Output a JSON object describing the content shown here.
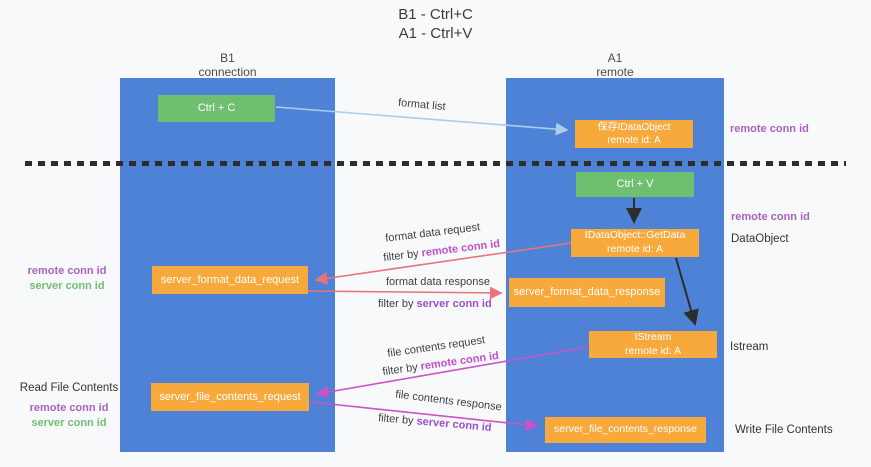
{
  "title": {
    "line1": "B1 - Ctrl+C",
    "line2": "A1 - Ctrl+V"
  },
  "columns": {
    "left": {
      "header_line1": "B1",
      "header_line2": "connection"
    },
    "right": {
      "header_line1": "A1",
      "header_line2": "remote"
    }
  },
  "nodes": {
    "ctrl_c": "Ctrl + C",
    "save_idataobject": {
      "line1": "保存IDataObject",
      "line2": "remote id: A"
    },
    "ctrl_v": "Ctrl + V",
    "getdata": {
      "line1": "IDataObject::GetData",
      "line2": "remote id: A"
    },
    "format_request": "server_format_data_request",
    "format_response": "server_format_data_response",
    "istream": {
      "line1": "IStream",
      "line2": "remote id: A"
    },
    "file_request": "server_file_contents_request",
    "file_response": "server_file_contents_response"
  },
  "side_labels": {
    "top_right_remote": "remote conn id",
    "mid_right_remote": "remote conn id",
    "dataobject": "DataObject",
    "istream": "Istream",
    "write_file": "Write File Contents",
    "left_remote_1": "remote conn id",
    "left_server_1": "server conn id",
    "read_file": "Read File Contents",
    "left_remote_2": "remote conn id",
    "left_server_2": "server conn id"
  },
  "arrow_labels": {
    "format_list": "format list",
    "format_data_request": "format data request",
    "filter_remote_1": {
      "prefix": "filter by ",
      "colored": "remote conn id"
    },
    "format_data_response": "format data response",
    "filter_server_1": {
      "prefix": "filter by ",
      "colored": "server conn id"
    },
    "file_contents_request": "file contents request",
    "filter_remote_2": {
      "prefix": "filter by ",
      "colored": "remote conn id"
    },
    "file_contents_response": "file contents response",
    "filter_server_2": {
      "prefix": "filter by ",
      "colored": "server conn id"
    }
  },
  "colors": {
    "column-blue": "#4d82d6",
    "box-orange": "#f8a93c",
    "box-green": "#70bf70",
    "arrow-blue": "#a9cdea",
    "arrow-red": "#e8737c",
    "arrow-magenta": "#cb52c8",
    "divider-dark": "#2d2d2d",
    "label-purple": "#ad5fc4",
    "label-green": "#6fbf70",
    "filter-magenta": "#c44ec9",
    "filter-purple": "#9b4fd0"
  }
}
